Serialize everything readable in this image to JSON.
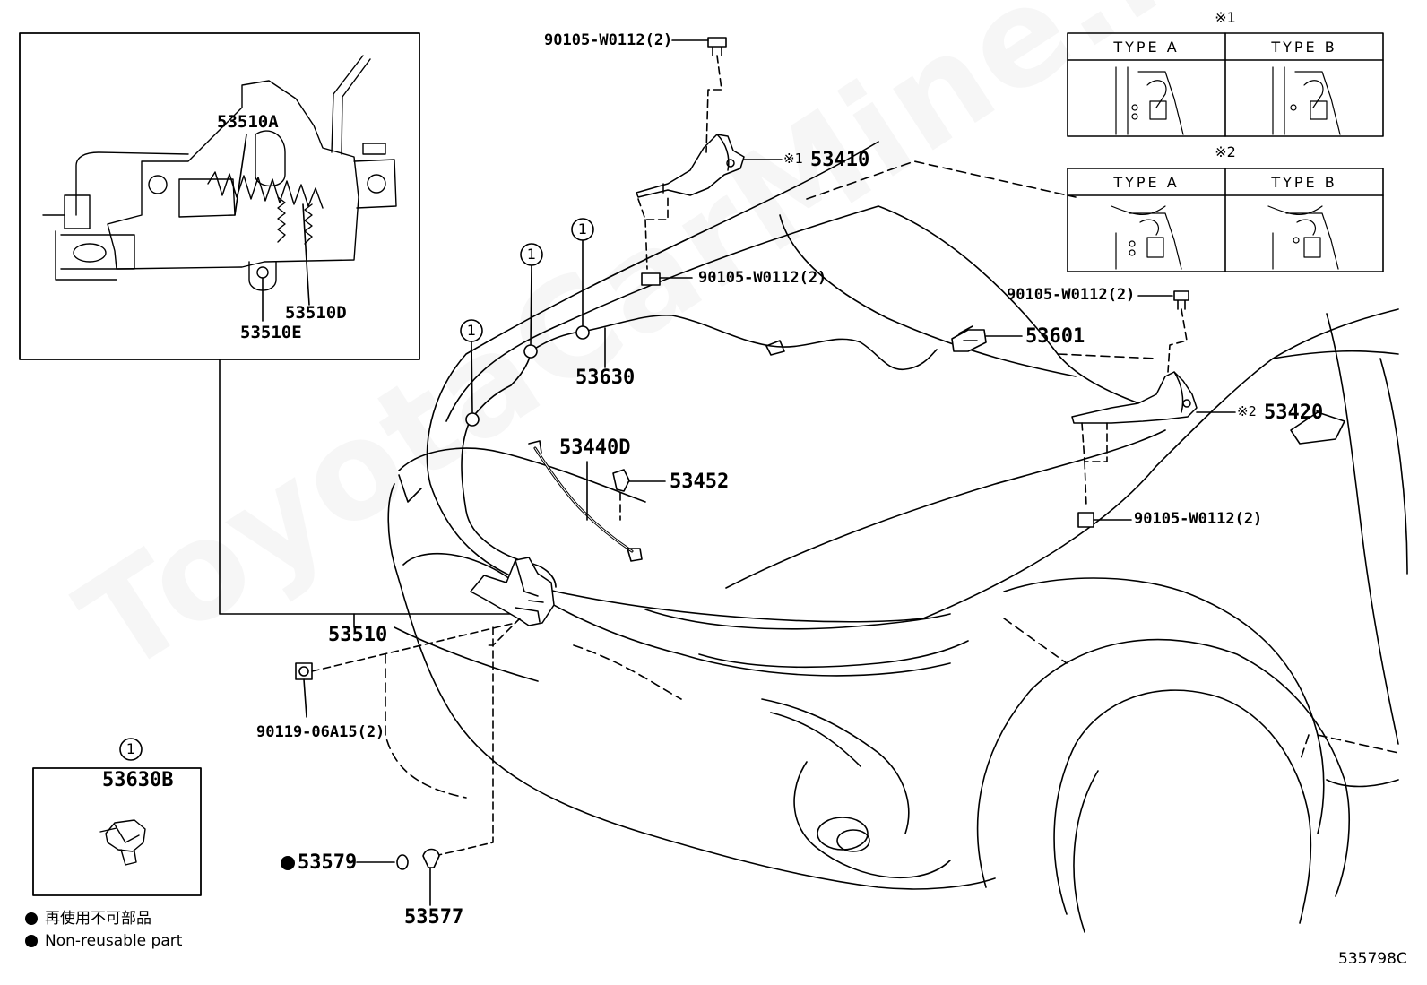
{
  "watermark": "ToyotaCarMine.ru",
  "diagram_id": "535798C",
  "inset_detail": {
    "labels": [
      "53510A",
      "53510D",
      "53510E"
    ]
  },
  "clip_inset": {
    "marker": "1",
    "part": "53630B"
  },
  "type_tables": [
    {
      "mark": "※1",
      "type_a": "TYPE  A",
      "type_b": "TYPE  B"
    },
    {
      "mark": "※2",
      "type_a": "TYPE  A",
      "type_b": "TYPE  B"
    }
  ],
  "parts": {
    "bolt_top": "90105-W0112(2)",
    "hinge_left": "53410",
    "hinge_left_ref": "※1",
    "bolt_mid": "90105-W0112(2)",
    "bolt_right_top": "90105-W0112(2)",
    "hinge_right": "53420",
    "hinge_right_ref": "※2",
    "bolt_right_bottom": "90105-W0112(2)",
    "latch": "53510",
    "cable": "53630",
    "cable_marker": "1",
    "wire": "53440D",
    "clip": "53452",
    "bracket": "53601",
    "bolt_latch": "90119-06A15(2)",
    "plug": "53579",
    "grommet": "53577"
  },
  "legend": {
    "ja": "再使用不可部品",
    "en": "Non-reusable part"
  }
}
